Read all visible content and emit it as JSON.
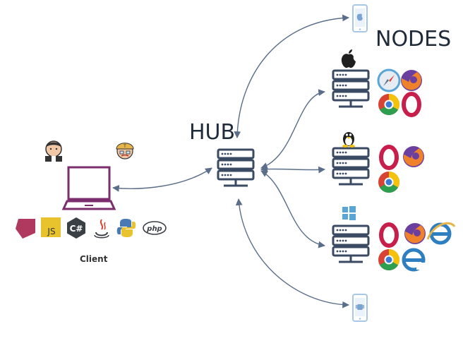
{
  "labels": {
    "hub": "HUB",
    "nodes": "NODES",
    "client": "Client"
  },
  "client_languages": [
    {
      "name": "ruby-icon"
    },
    {
      "name": "javascript-icon",
      "text": "JS"
    },
    {
      "name": "csharp-icon",
      "text": "C#"
    },
    {
      "name": "java-icon"
    },
    {
      "name": "python-icon"
    },
    {
      "name": "php-icon",
      "text": "php"
    }
  ],
  "client_tools": [
    "jenkins-icon",
    "travis-ci-icon"
  ],
  "nodes": [
    {
      "id": "node-mac",
      "os": "apple-icon",
      "browsers": [
        "safari-icon",
        "firefox-icon",
        "chrome-icon",
        "opera-icon"
      ]
    },
    {
      "id": "node-linux",
      "os": "linux-tux-icon",
      "browsers": [
        "opera-icon",
        "firefox-icon",
        "chrome-icon"
      ]
    },
    {
      "id": "node-windows",
      "os": "windows-icon",
      "browsers": [
        "opera-icon",
        "firefox-icon",
        "ie-icon",
        "chrome-icon",
        "edge-icon"
      ]
    }
  ],
  "mobile_devices": [
    "ios-phone-icon",
    "android-phone-icon"
  ],
  "colors": {
    "server": "#3a4a63",
    "laptop": "#7b2d6e",
    "arrow": "#5a6e8a",
    "opera": "#c81e4b",
    "firefox_orange": "#f0812b",
    "firefox_purple": "#6a3fa0",
    "chrome_red": "#d94333",
    "chrome_yellow": "#f4c20d",
    "chrome_green": "#2e9e4f",
    "ie_blue": "#2d7fc1",
    "js_yellow": "#e8c32e",
    "ruby": "#b03a5f",
    "phone": "#a8c6e6"
  }
}
